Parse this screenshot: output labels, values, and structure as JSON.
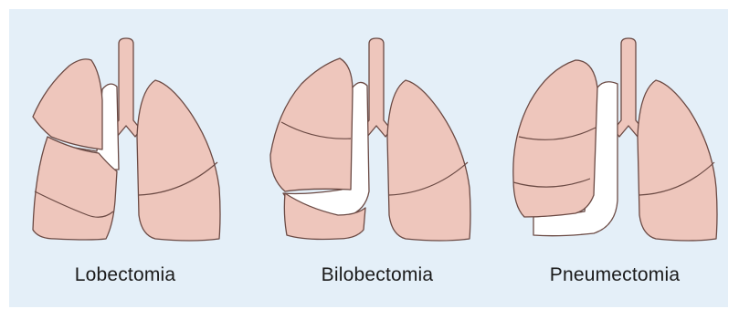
{
  "diagrams": [
    {
      "label": "Lobectomia"
    },
    {
      "label": "Bilobectomia"
    },
    {
      "label": "Pneumectomia"
    }
  ],
  "colors": {
    "background": "#e4eff8",
    "lung_fill": "#eec6bc",
    "outline": "#6b4a44",
    "resected_space": "#ffffff"
  }
}
